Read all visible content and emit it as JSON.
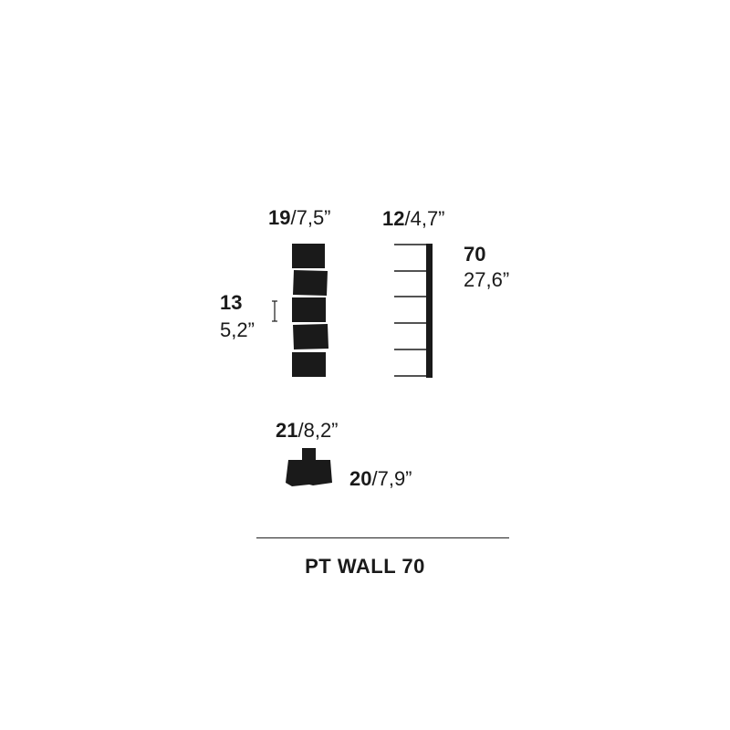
{
  "front_view": {
    "width": {
      "bold": "19",
      "rest": "/7,5”"
    },
    "module_height": {
      "bold": "13",
      "rest": "5,2”"
    }
  },
  "side_view": {
    "depth": {
      "bold": "12",
      "rest": "/4,7”"
    },
    "height": {
      "bold": "70",
      "rest": "27,6”"
    }
  },
  "top_view": {
    "width": {
      "bold": "21",
      "rest": "/8,2”"
    },
    "depth": {
      "bold": "20",
      "rest": "/7,9”"
    }
  },
  "product": {
    "name": "PT WALL 70"
  },
  "colors": {
    "ink": "#1a1a1a",
    "background": "#ffffff"
  }
}
